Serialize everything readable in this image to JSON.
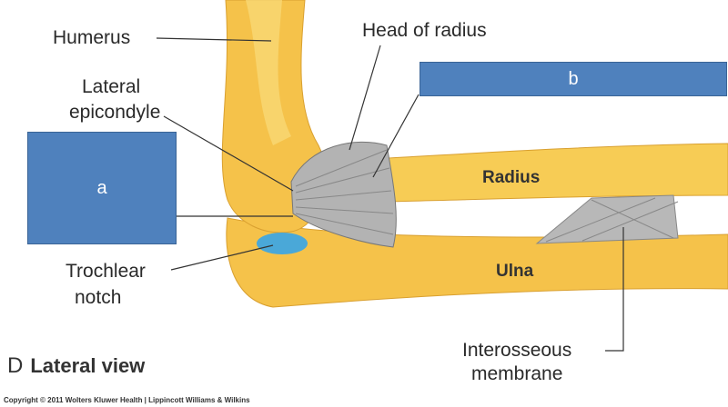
{
  "labels": {
    "humerus": "Humerus",
    "head_of_radius": "Head of radius",
    "lateral_epicondyle_1": "Lateral",
    "lateral_epicondyle_2": "epicondyle",
    "radius": "Radius",
    "ulna": "Ulna",
    "trochlear_notch_1": "Trochlear",
    "trochlear_notch_2": "notch",
    "interosseous_1": "Interosseous",
    "interosseous_2": "membrane"
  },
  "boxes": {
    "a": "a",
    "b": "b"
  },
  "caption": {
    "letter": "D",
    "title": "Lateral view"
  },
  "copyright": "Copyright © 2011 Wolters Kluwer Health | Lippincott Williams & Wilkins",
  "colors": {
    "bone": "#f5c24a",
    "bone_light": "#f9dc7a",
    "ligament": "#a9a9a9",
    "cartilage": "#4aa8d8",
    "box": "#4f81bd"
  }
}
